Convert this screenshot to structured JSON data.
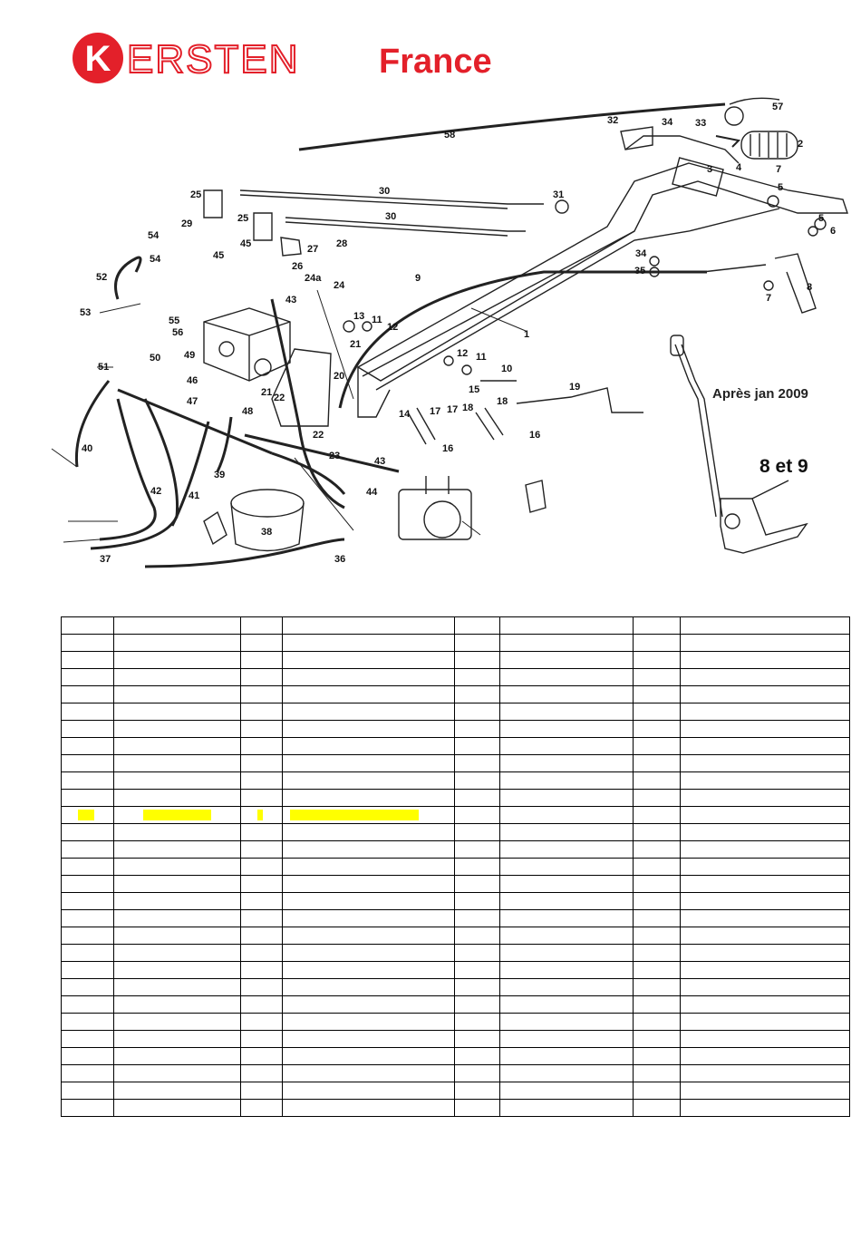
{
  "header": {
    "brand_initial": "K",
    "brand_rest": "ERSTEN",
    "brand_suffix": "France",
    "brand_color": "#e3202a"
  },
  "diagram": {
    "callouts": [
      "1",
      "2",
      "3",
      "4",
      "5",
      "5",
      "6",
      "7",
      "7",
      "8",
      "9",
      "10",
      "11",
      "11",
      "12",
      "12",
      "13",
      "14",
      "15",
      "16",
      "16",
      "17",
      "17",
      "18",
      "18",
      "19",
      "20",
      "21",
      "21",
      "22",
      "22",
      "23",
      "24",
      "24a",
      "25",
      "25",
      "26",
      "27",
      "28",
      "29",
      "30",
      "30",
      "31",
      "32",
      "33",
      "34",
      "34",
      "35",
      "36",
      "37",
      "38",
      "39",
      "40",
      "41",
      "42",
      "43",
      "43",
      "44",
      "45",
      "45",
      "46",
      "47",
      "48",
      "49",
      "50",
      "51",
      "52",
      "53",
      "54",
      "54",
      "55",
      "56",
      "57",
      "58"
    ],
    "inset_note": "Après jan 2009",
    "inset_label": "8 et 9"
  },
  "table": {
    "columns": 8,
    "rows": 29,
    "highlighted_row": 11,
    "highlight_color": "#ffff00"
  }
}
